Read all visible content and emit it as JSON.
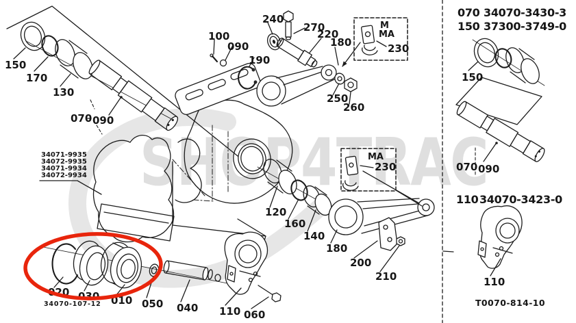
{
  "watermark": {
    "text": "SHOP4TRAC"
  },
  "colors": {
    "highlight": "#e8250c",
    "watermark": "#dfdfdf",
    "line": "#1c1c1c"
  },
  "main": {
    "callouts": {
      "c150": "150",
      "c170": "170",
      "c130": "130",
      "c070": "070",
      "c090a": "090",
      "c100": "100",
      "c090b": "090",
      "c190": "190",
      "c240": "240",
      "c270": "270",
      "c220": "220",
      "c180a": "180",
      "c230a": "230",
      "c250": "250",
      "c260": "260",
      "c230b": "230",
      "c120": "120",
      "c160": "160",
      "c140": "140",
      "c180b": "180",
      "c200": "200",
      "c210": "210",
      "c020": "020",
      "c030": "030",
      "c010": "010",
      "c050": "050",
      "c040": "040",
      "c110": "110",
      "c060": "060"
    },
    "boxes": {
      "top": {
        "line1": "M",
        "line2": "MA"
      },
      "mid": {
        "line1": "MA"
      }
    },
    "part_numbers": {
      "l1": "34071-9935",
      "l2": "34072-9935",
      "l3": "34071-9934",
      "l4": "34072-9934"
    },
    "figure_ref": "34070-107-12"
  },
  "right": {
    "header": {
      "row1_ref": "070",
      "row1_num": "34070-3430-3",
      "row2_ref": "150",
      "row2_num": "37300-3749-0"
    },
    "callouts": {
      "c150": "150",
      "c070": "070",
      "c090": "090",
      "c110": "110"
    },
    "section": {
      "ref": "110",
      "num": "34070-3423-0"
    },
    "footer": "T0070-814-10"
  }
}
